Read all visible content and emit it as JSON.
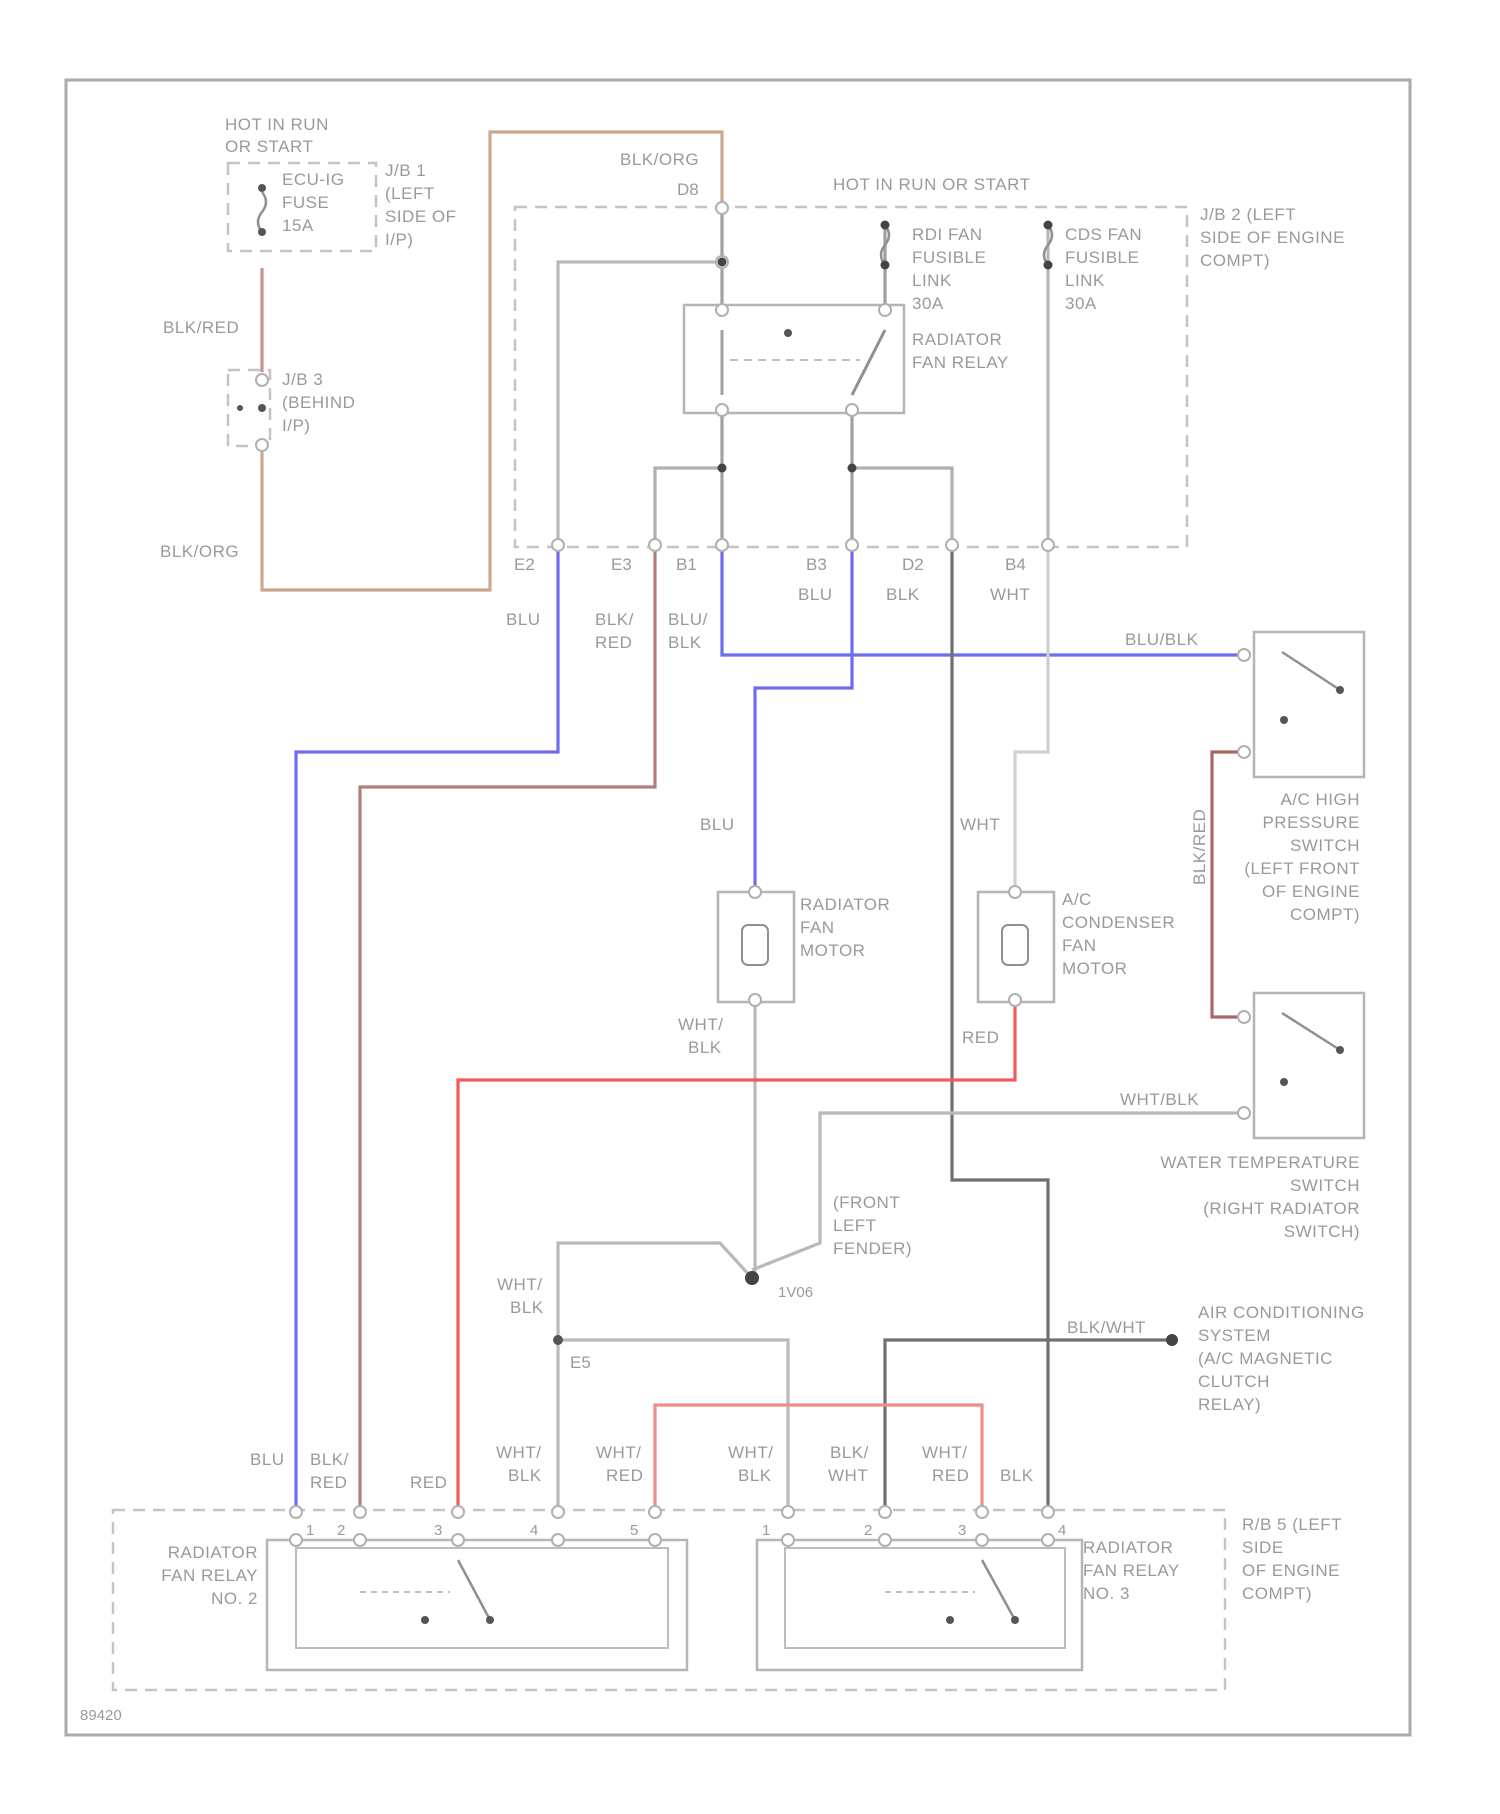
{
  "labels": {
    "fuse_hot": [
      "HOT IN RUN",
      "OR START"
    ],
    "fuse_desc": [
      "ECU-IG",
      "FUSE",
      "15A"
    ],
    "jb1": [
      "J/B 1",
      "(LEFT",
      "SIDE OF",
      "I/P)"
    ],
    "jb3": [
      "J/B 3",
      "(BEHIND",
      "I/P)"
    ],
    "wire_blk_red_top": "BLK/RED",
    "wire_blk_org_left": "BLK/ORG",
    "wire_blk_org_top": "BLK/ORG",
    "conn_d8": "D8",
    "hot_run_start": "HOT IN RUN OR START",
    "jb2": [
      "J/B 2 (LEFT",
      "SIDE OF ENGINE",
      "COMPT)"
    ],
    "rdi_link": [
      "RDI FAN",
      "FUSIBLE",
      "LINK",
      "30A"
    ],
    "cds_link": [
      "CDS FAN",
      "FUSIBLE",
      "LINK",
      "30A"
    ],
    "radiator_fan_relay": [
      "RADIATOR",
      "FAN RELAY"
    ],
    "conn_e2": "E2",
    "conn_e3": "E3",
    "conn_b1": "B1",
    "conn_b3": "B3",
    "conn_d2": "D2",
    "conn_b4": "B4",
    "wire_blu_1": "BLU",
    "wire_blk_red_1": [
      "BLK/",
      "RED"
    ],
    "wire_blu_blk_1": [
      "BLU/",
      "BLK"
    ],
    "wire_blu_2": "BLU",
    "wire_blk_1": "BLK",
    "wire_wht_1": "WHT",
    "wire_blu_blk_2": "BLU/BLK",
    "ac_hp_switch": [
      "A/C HIGH",
      "PRESSURE",
      "SWITCH",
      "(LEFT FRONT",
      "OF ENGINE",
      "COMPT)"
    ],
    "wire_blk_red_v": "BLK/RED",
    "wire_blu_3": "BLU",
    "wire_wht_2": "WHT",
    "rad_fan_motor": [
      "RADIATOR",
      "FAN",
      "MOTOR"
    ],
    "ac_cond_motor": [
      "A/C",
      "CONDENSER",
      "FAN",
      "MOTOR"
    ],
    "wire_wht_blk_1": [
      "WHT/",
      "BLK"
    ],
    "wire_red_1": "RED",
    "wire_wht_blk_2": "WHT/BLK",
    "water_temp_switch": [
      "WATER TEMPERATURE",
      "SWITCH",
      "(RIGHT RADIATOR",
      "SWITCH)"
    ],
    "ground_location": [
      "(FRONT",
      "LEFT",
      "FENDER)"
    ],
    "ground_code": "1V06",
    "wire_wht_blk_3": [
      "WHT/",
      "BLK"
    ],
    "conn_e5": "E5",
    "wire_blk_wht_1": "BLK/WHT",
    "ac_system": [
      "AIR CONDITIONING",
      "SYSTEM",
      "(A/C MAGNETIC",
      "CLUTCH",
      "RELAY)"
    ],
    "bottom_wires": {
      "blu": "BLU",
      "blk_red": [
        "BLK/",
        "RED"
      ],
      "red": "RED",
      "wht_blk_a": [
        "WHT/",
        "BLK"
      ],
      "wht_red_a": [
        "WHT/",
        "RED"
      ],
      "wht_blk_b": [
        "WHT/",
        "BLK"
      ],
      "blk_wht": [
        "BLK/",
        "WHT"
      ],
      "wht_red_b": [
        "WHT/",
        "RED"
      ],
      "blk": "BLK"
    },
    "rb5": [
      "R/B 5 (LEFT",
      "SIDE",
      "OF ENGINE",
      "COMPT)"
    ],
    "relay_no2": [
      "RADIATOR",
      "FAN RELAY",
      "NO. 2"
    ],
    "relay_no3": [
      "RADIATOR",
      "FAN RELAY",
      "NO. 3"
    ],
    "pin_numbers": [
      "1",
      "2",
      "3",
      "4",
      "5",
      "1",
      "2",
      "3",
      "4"
    ],
    "diagram_id": "89420"
  },
  "wire_colors": {
    "blue": "#6f6cf0",
    "brown": "#b08078",
    "tan": "#c9a98e",
    "red": "#f05b5b",
    "black": "#707070",
    "gray": "#b9b9b9",
    "lightred": "#f08c8c"
  }
}
